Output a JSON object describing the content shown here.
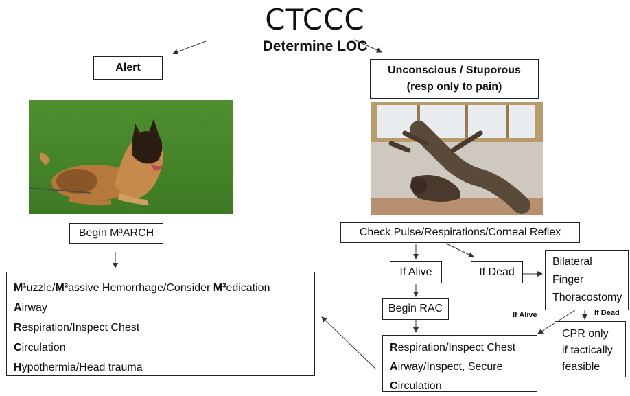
{
  "header": {
    "title": "CTCCC",
    "subtitle": "Determine LOC"
  },
  "left": {
    "alert_label": "Alert",
    "photo_icon": "alert-dog-photo",
    "begin_label": "Begin M³ARCH",
    "march_items": [
      {
        "prefix": "M¹",
        "rest_a": "uzzle/",
        "prefix2": "M²",
        "rest_b": "assive Hemorrhage/Consider ",
        "prefix3": "M³",
        "rest_c": "edication"
      },
      {
        "prefix": "A",
        "rest": "irway"
      },
      {
        "prefix": "R",
        "rest": "espiration/Inspect Chest"
      },
      {
        "prefix": "C",
        "rest": "irculation"
      },
      {
        "prefix": "H",
        "rest": "ypothermia/Head trauma"
      }
    ]
  },
  "right": {
    "unconscious_line1": "Unconscious / Stuporous",
    "unconscious_line2": "(resp only to pain)",
    "photo_icon": "unconscious-dog-photo",
    "check_label": "Check Pulse/Respirations/Corneal Reflex",
    "if_alive": "If Alive",
    "if_dead": "If Dead",
    "thoracostomy_lines": [
      "Bilateral",
      "Finger",
      "Thoracostomy"
    ],
    "if_alive_small": "If Alive",
    "if_dead_small": "If Dead",
    "begin_rac": "Begin RAC",
    "rac_items": [
      {
        "prefix": "R",
        "rest": "espiration/Inspect Chest"
      },
      {
        "prefix": "A",
        "rest": "irway/Inspect, Secure"
      },
      {
        "prefix": "C",
        "rest": "irculation"
      }
    ],
    "cpr_lines": [
      "CPR only",
      "if tactically",
      "feasible"
    ]
  }
}
